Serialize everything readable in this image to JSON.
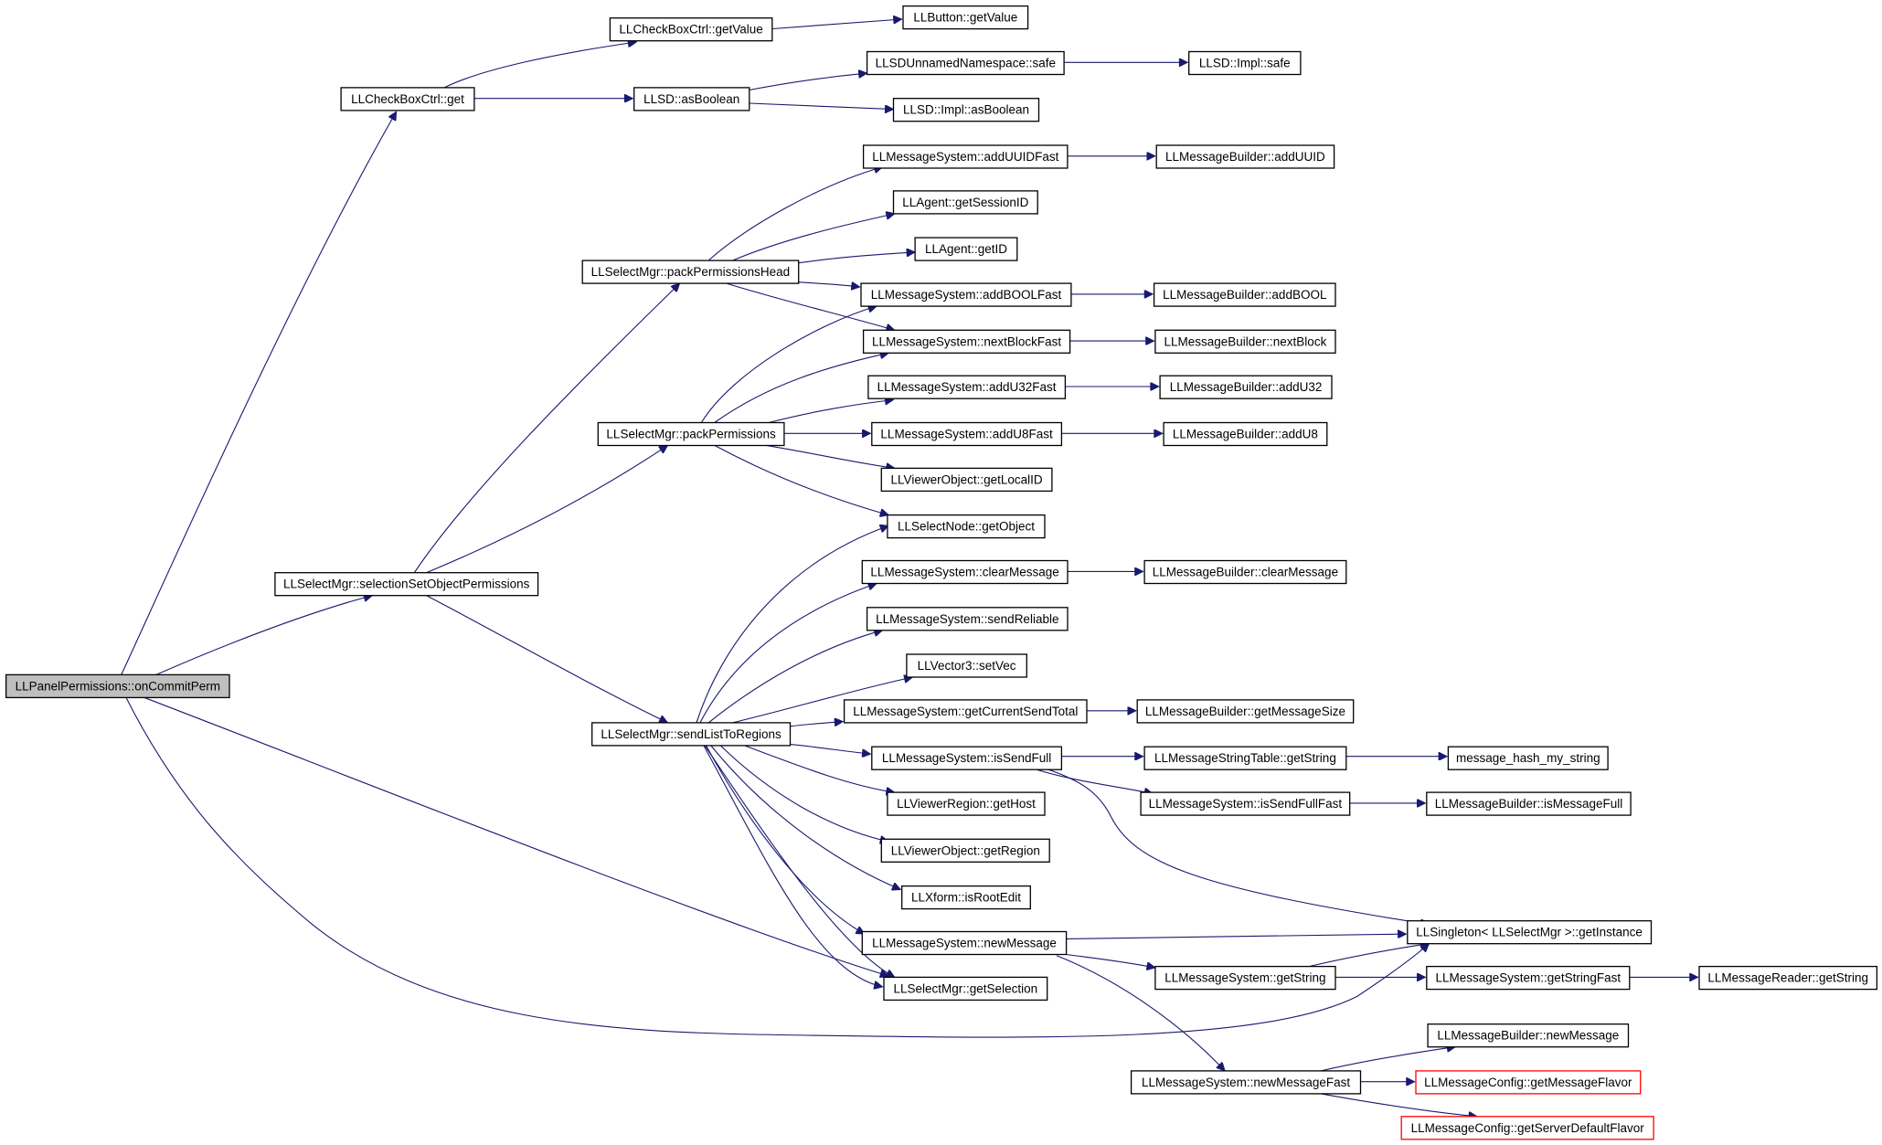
{
  "colors": {
    "edge": "#191970",
    "node_border": "#000000",
    "root_fill": "#bfbfbf",
    "highlight_border": "#ff0000"
  },
  "nodes": {
    "onCommitPerm": "LLPanelPermissions::onCommitPerm",
    "cbGet": "LLCheckBoxCtrl::get",
    "cbGetValue": "LLCheckBoxCtrl::getValue",
    "btnGetValue": "LLButton::getValue",
    "asBoolean": "LLSD::asBoolean",
    "unnamedSafe": "LLSDUnnamedNamespace::safe",
    "implSafe": "LLSD::Impl::safe",
    "implAsBoolean": "LLSD::Impl::asBoolean",
    "addUUIDFast": "LLMessageSystem::addUUIDFast",
    "mbAddUUID": "LLMessageBuilder::addUUID",
    "getSessionID": "LLAgent::getSessionID",
    "getID": "LLAgent::getID",
    "packPermHead": "LLSelectMgr::packPermissionsHead",
    "addBOOLFast": "LLMessageSystem::addBOOLFast",
    "mbAddBOOL": "LLMessageBuilder::addBOOL",
    "nextBlockFast": "LLMessageSystem::nextBlockFast",
    "mbNextBlock": "LLMessageBuilder::nextBlock",
    "addU32Fast": "LLMessageSystem::addU32Fast",
    "mbAddU32": "LLMessageBuilder::addU32",
    "packPerm": "LLSelectMgr::packPermissions",
    "addU8Fast": "LLMessageSystem::addU8Fast",
    "mbAddU8": "LLMessageBuilder::addU8",
    "getLocalID": "LLViewerObject::getLocalID",
    "getObject": "LLSelectNode::getObject",
    "selSetObjPerm": "LLSelectMgr::selectionSetObjectPermissions",
    "clearMessage": "LLMessageSystem::clearMessage",
    "mbClearMessage": "LLMessageBuilder::clearMessage",
    "sendReliable": "LLMessageSystem::sendReliable",
    "setVec": "LLVector3::setVec",
    "getCurrentSendTotal": "LLMessageSystem::getCurrentSendTotal",
    "mbGetMessageSize": "LLMessageBuilder::getMessageSize",
    "sendListToRegions": "LLSelectMgr::sendListToRegions",
    "isSendFull": "LLMessageSystem::isSendFull",
    "mstGetString": "LLMessageStringTable::getString",
    "hashString": "message_hash_my_string",
    "getHost": "LLViewerRegion::getHost",
    "isSendFullFast": "LLMessageSystem::isSendFullFast",
    "mbIsMessageFull": "LLMessageBuilder::isMessageFull",
    "getRegion": "LLViewerObject::getRegion",
    "isRootEdit": "LLXform::isRootEdit",
    "singleton": "LLSingleton< LLSelectMgr >::getInstance",
    "newMessage": "LLMessageSystem::newMessage",
    "msGetString": "LLMessageSystem::getString",
    "msGetStringFast": "LLMessageSystem::getStringFast",
    "mrGetString": "LLMessageReader::getString",
    "getSelection": "LLSelectMgr::getSelection",
    "mbNewMessage": "LLMessageBuilder::newMessage",
    "newMessageFast": "LLMessageSystem::newMessageFast",
    "getMessageFlavor": "LLMessageConfig::getMessageFlavor",
    "getServerDefaultFlavor": "LLMessageConfig::getServerDefaultFlavor"
  }
}
